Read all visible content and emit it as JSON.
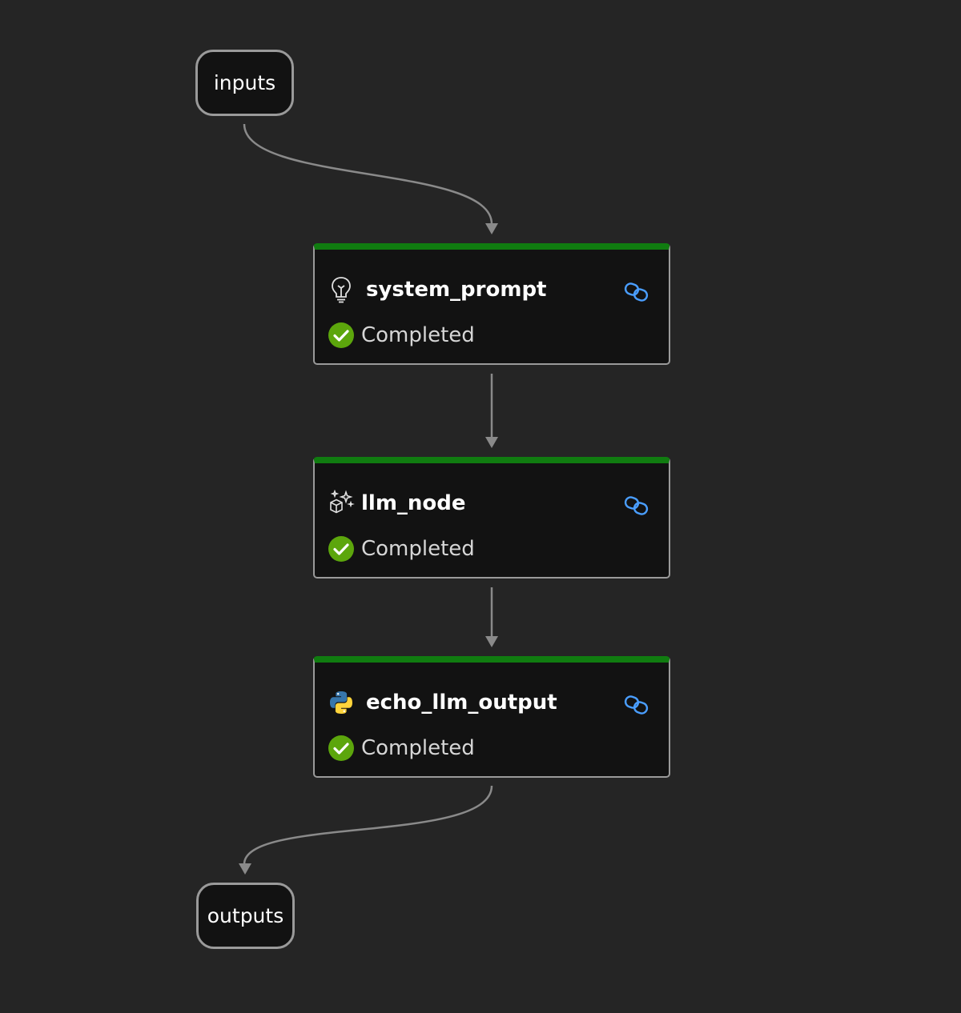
{
  "graph": {
    "inputs": {
      "label": "inputs"
    },
    "outputs": {
      "label": "outputs"
    },
    "nodes": [
      {
        "name": "system_prompt",
        "status": "Completed",
        "icon": "lightbulb-icon"
      },
      {
        "name": "llm_node",
        "status": "Completed",
        "icon": "sparkle-cube-icon"
      },
      {
        "name": "echo_llm_output",
        "status": "Completed",
        "icon": "python-icon"
      }
    ]
  },
  "colors": {
    "background": "#252525",
    "node_fill": "#121212",
    "node_border": "#9a9a9a",
    "completed_bar": "#107c10",
    "completed_check": "#5ca60c",
    "link_icon": "#4a9eff",
    "edge": "#8a8a8a"
  }
}
